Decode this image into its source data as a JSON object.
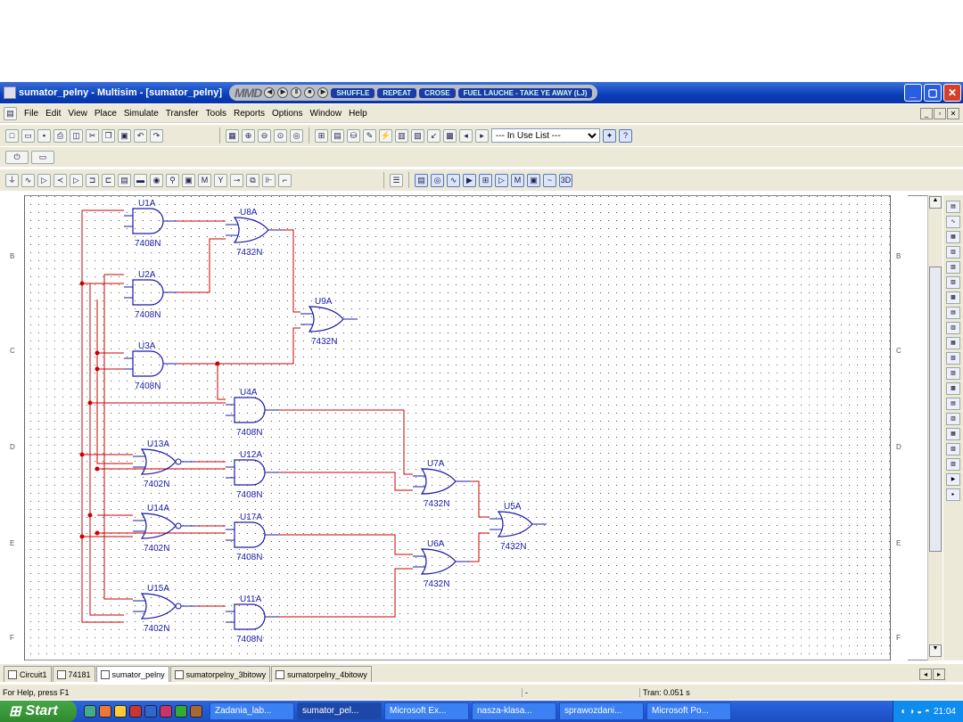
{
  "window": {
    "title": "sumator_pelny - Multisim - [sumator_pelny]"
  },
  "media_player": {
    "logo": "MMD",
    "track": "FUEL LAUCHE - TAKE YE AWAY (LJ)",
    "labels": [
      "SHUFFLE",
      "REPEAT",
      "CROSE"
    ]
  },
  "menu": [
    "File",
    "Edit",
    "View",
    "Place",
    "Simulate",
    "Transfer",
    "Tools",
    "Reports",
    "Options",
    "Window",
    "Help"
  ],
  "toolbar": {
    "in_use_list": "--- In Use List ---"
  },
  "rulers": {
    "rows": [
      "B",
      "C",
      "D",
      "E",
      "F"
    ]
  },
  "components": [
    {
      "ref": "U1A",
      "part": "7408N"
    },
    {
      "ref": "U8A",
      "part": "7432N"
    },
    {
      "ref": "U2A",
      "part": "7408N"
    },
    {
      "ref": "U9A",
      "part": "7432N"
    },
    {
      "ref": "U3A",
      "part": "7408N"
    },
    {
      "ref": "U4A",
      "part": "7408N"
    },
    {
      "ref": "U13A",
      "part": "7402N"
    },
    {
      "ref": "U12A",
      "part": "7408N"
    },
    {
      "ref": "U7A",
      "part": "7432N"
    },
    {
      "ref": "U5A",
      "part": "7432N"
    },
    {
      "ref": "U14A",
      "part": "7402N"
    },
    {
      "ref": "U17A",
      "part": "7408N"
    },
    {
      "ref": "U6A",
      "part": "7432N"
    },
    {
      "ref": "U15A",
      "part": "7402N"
    },
    {
      "ref": "U11A",
      "part": "7408N"
    }
  ],
  "tabs": [
    "Circuit1",
    "74181",
    "sumator_pelny",
    "sumatorpelny_3bitowy",
    "sumatorpelny_4bitowy"
  ],
  "status": {
    "help": "For Help, press F1",
    "dash": "-",
    "tran": "Tran: 0.051 s"
  },
  "taskbar": {
    "start": "Start",
    "tasks": [
      "Zadania_lab...",
      "sumator_pel...",
      "Microsoft Ex...",
      "nasza-klasa...",
      "sprawozdani...",
      "Microsoft Po..."
    ],
    "clock": "21:04"
  },
  "colors": {
    "wire": "#cc0000",
    "gate": "#1a1aaa",
    "title_blue": "#0a3fb8"
  }
}
